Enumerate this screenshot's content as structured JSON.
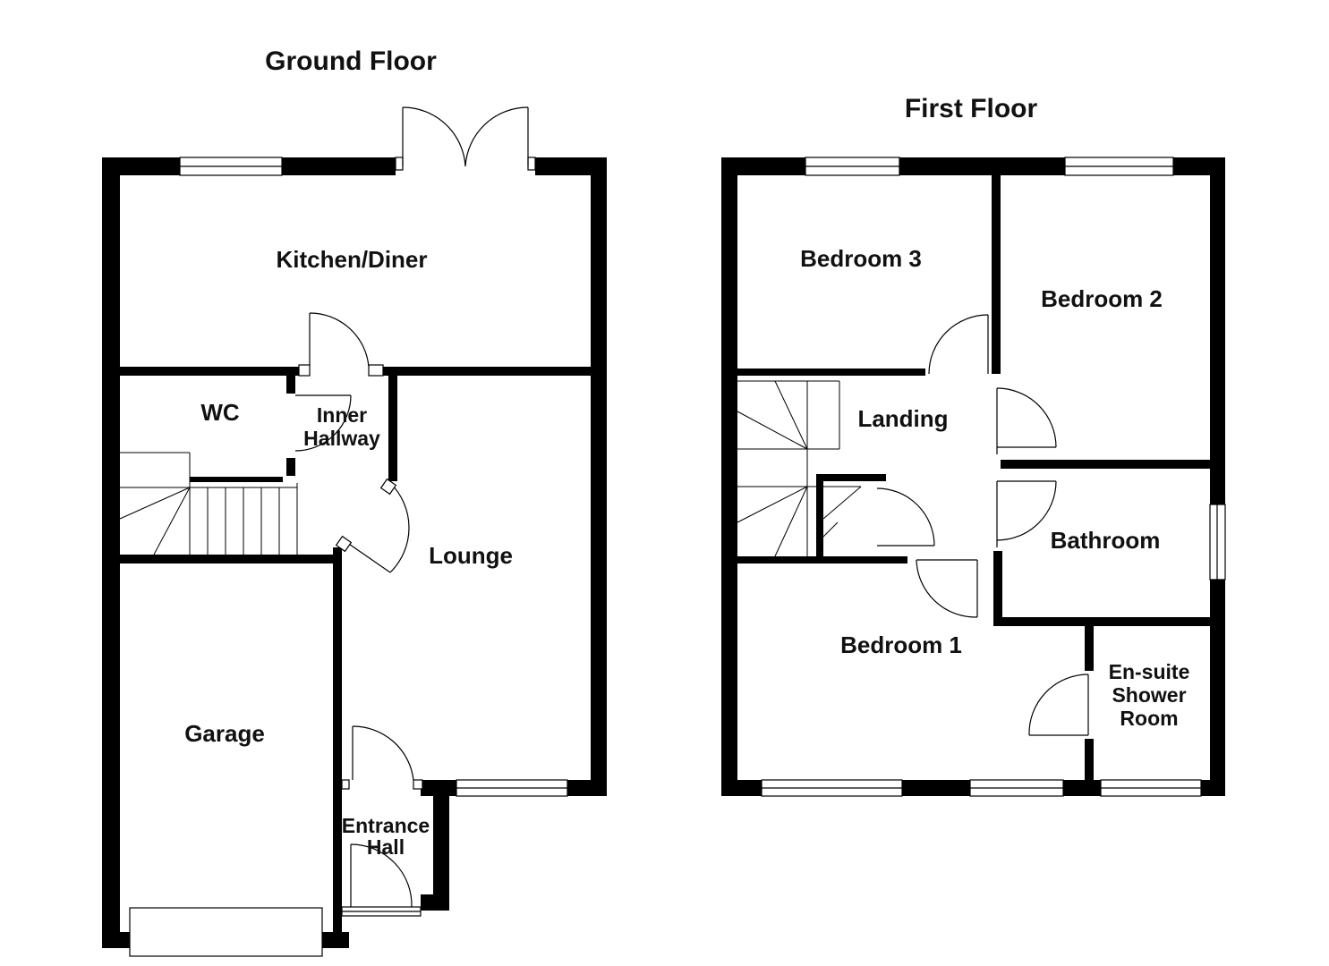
{
  "ground_floor": {
    "title": "Ground Floor",
    "rooms": {
      "kitchen_diner": "Kitchen/Diner",
      "wc": "WC",
      "inner_hallway_line1": "Inner",
      "inner_hallway_line2": "Hallway",
      "lounge": "Lounge",
      "garage": "Garage",
      "entrance_hall_line1": "Entrance",
      "entrance_hall_line2": "Hall"
    }
  },
  "first_floor": {
    "title": "First Floor",
    "rooms": {
      "bedroom_3": "Bedroom 3",
      "bedroom_2": "Bedroom 2",
      "landing": "Landing",
      "bathroom": "Bathroom",
      "bedroom_1": "Bedroom 1",
      "ensuite_line1": "En-suite",
      "ensuite_line2": "Shower",
      "ensuite_line3": "Room"
    }
  }
}
